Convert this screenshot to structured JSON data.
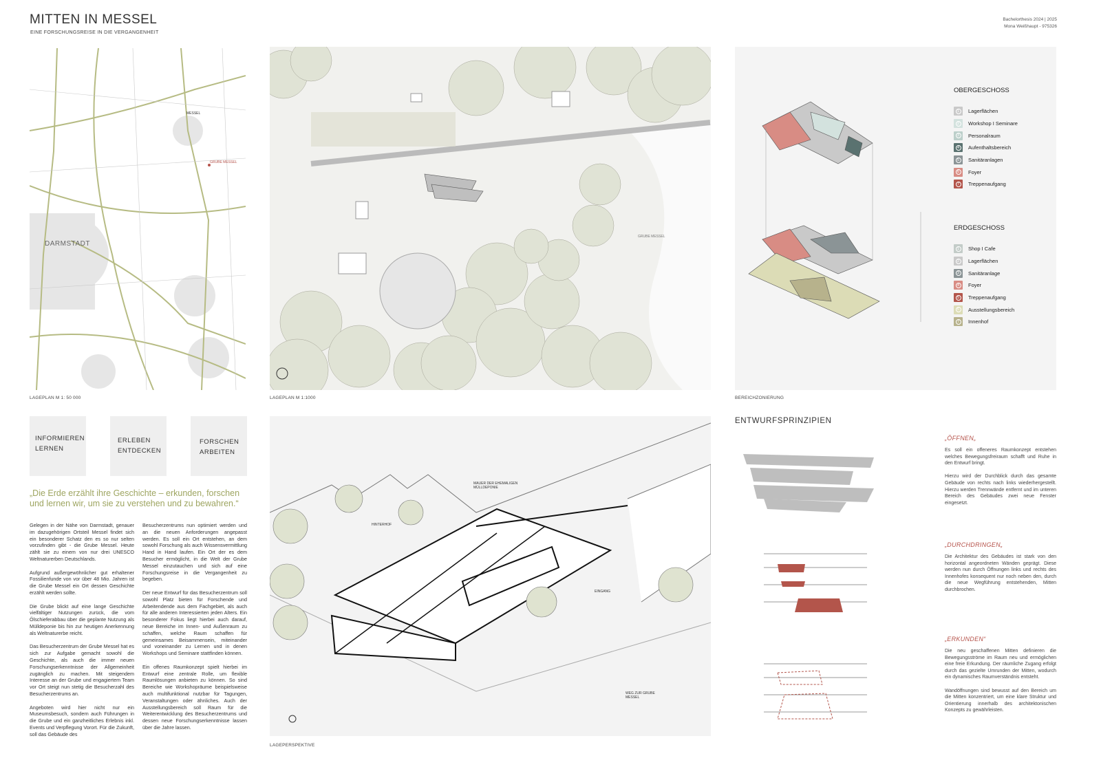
{
  "header": {
    "title": "MITTEN IN MESSEL",
    "subtitle": "EINE FORSCHUNGSREISE IN DIE VERGANGENHEIT",
    "meta_line1": "Bachelorthesis 2024 | 2025",
    "meta_line2": "Mona Weißhaupt - 975326"
  },
  "map": {
    "caption": "LAGEPLAN M 1: 50 000",
    "labels": {
      "messel": "MESSEL",
      "grube": "GRUBE MESSEL",
      "darmstadt": "DARMSTADT"
    }
  },
  "siteplan": {
    "caption": "LAGEPLAN M 1:1000",
    "label_grube": "GRUBE MESSEL"
  },
  "zoning": {
    "caption": "BEREICHZONIERUNG",
    "og": {
      "title": "OBERGESCHOSS",
      "items": [
        {
          "n": "1",
          "label": "Lagerflächen",
          "color": "#c9c9c9"
        },
        {
          "n": "2",
          "label": "Workshop I Seminare",
          "color": "#d3e2de"
        },
        {
          "n": "3",
          "label": "Personalraum",
          "color": "#bccfca"
        },
        {
          "n": "4",
          "label": "Aufenthaltsbereich",
          "color": "#5a7270"
        },
        {
          "n": "5",
          "label": "Sanitäranlagen",
          "color": "#8b9496"
        },
        {
          "n": "6",
          "label": "Foyer",
          "color": "#d88c84"
        },
        {
          "n": "7",
          "label": "Treppenaufgang",
          "color": "#b3554b"
        }
      ]
    },
    "eg": {
      "title": "ERDGESCHOSS",
      "items": [
        {
          "n": "1",
          "label": "Shop I Cafe",
          "color": "#c3ccc8"
        },
        {
          "n": "2",
          "label": "Lagerflächen",
          "color": "#c9c9c9"
        },
        {
          "n": "3",
          "label": "Sanitäranlage",
          "color": "#8b9496"
        },
        {
          "n": "4",
          "label": "Foyer",
          "color": "#d88c84"
        },
        {
          "n": "5",
          "label": "Treppenaufgang",
          "color": "#b3554b"
        },
        {
          "n": "6",
          "label": "Ausstellungsbereich",
          "color": "#dcdcb6"
        },
        {
          "n": "7",
          "label": "Innenhof",
          "color": "#b7b28c"
        }
      ]
    }
  },
  "pillars": [
    {
      "l1": "INFORMIEREN",
      "l2": "LERNEN"
    },
    {
      "l1": "ERLEBEN",
      "l2": "ENTDECKEN"
    },
    {
      "l1": "FORSCHEN",
      "l2": "ARBEITEN"
    }
  ],
  "quote": "„Die Erde erzählt ihre Geschichte – erkunden, forschen und lernen wir, um sie zu verstehen und zu bewahren.“",
  "text_col1": [
    "Gelegen in der Nähe von Darmstadt, genauer im dazugehörigen Ortsteil Messel findet sich ein besonderer Schatz den es so nur selten vorzufinden gibt - die Grube Messel. Heute zählt sie zu einem von nur drei UNESCO Weltnaturerben Deutschlands.",
    "Aufgrund außergewöhnlicher gut erhaltener Fossilienfunde von vor über 48 Mio. Jahren ist die Grube Messel ein Ort dessen Geschichte erzählt werden sollte.",
    "Die Grube blickt auf eine lange Geschichte vielfältiger Nutzungen zurück, die vom Ölschieferabbau über die geplante Nutzung als Mülldeponie bis hin zur heutigen Anerkennung als Weltnaturerbe reicht.",
    "Das Besucherzentrum der Grube Messel hat es sich zur Aufgabe gemacht sowohl die Geschichte, als auch die immer neuen Forschungserkenntnisse der Allgemeinheit zugänglich zu machen. Mit steigendem Interesse an der Grube und engagiertem Team vor Ort steigt nun stetig die Besucherzahl des Besucherzentrums an.",
    "Angeboten wird hier nicht nur ein Museumsbesuch, sondern auch Führungen in die Grube und ein ganzheitliches Erlebnis inkl. Events und Verpflegung Vorort. Für die Zukunft, soll das Gebäude des"
  ],
  "text_col2": [
    "Besucherzentrums nun optimiert werden und an die neuen Anforderungen angepasst werden. Es soll ein Ort entstehen, an dem sowohl Forschung als auch Wissensvermittlung Hand in Hand laufen. Ein Ort der es dem Besucher ermöglicht, in die Welt der Grube Messel einzutauchen und sich auf eine Forschungsreise in die Vergangenheit zu begeben.",
    "Der neue Entwurf für das Besucherzentrum soll sowohl Platz bieten für Forschende und Arbeitendende aus dem Fachgebiet, als auch für alle anderen Interessierten jeden Alters. Ein besonderer Fokus liegt hierbei auch darauf, neue Bereiche im Innen- und Außenraum zu schaffen, welche Raum schaffen für gemeinsames Beisammensein, miteinander und voneinander zu Lernen und in denen Workshops und Seminare stattfinden können.",
    "Ein offenes Raumkonzept spielt hierbei im Entwurf eine zentrale Rolle, um flexible Raumlösungen anbieten zu können. So sind Bereiche wie Workshopräume beispielsweise auch multifunktional nutzbar für Tagungen, Veranstaltungen oder ähnliches. Auch der Ausstellungsbereich soll Raum für die Weiterentwicklung des Besucherzentrums und dessen neue Forschungserkenntnisse lassen über die Jahre lassen."
  ],
  "perspective": {
    "caption": "LAGEPERSPEKTIVE",
    "labels": {
      "mauer": "MAUER DER EHEMALIGEN MÜLLDEPONIE",
      "hinterhof": "HINTERHOF",
      "eingang": "EINGANG",
      "weg": "WEG ZUR GRUBE MESSEL"
    }
  },
  "principles": {
    "title": "ENTWURFSPRINZIPIEN",
    "items": [
      {
        "heading": "„ÖFFNEN„",
        "paras": [
          "Es soll ein offeneres Raumkonzept entstehen welches Bewegungsfreiraum schafft und Ruhe in den Entwurf bringt.",
          "Hierzu wird der Durchblick durch das gesamte Gebäude von rechts nach links wiederhergestellt. Hierzu werden Trennwände entfernt und im unteren Bereich des Gebäudes zwei neue Fenster eingesetzt."
        ]
      },
      {
        "heading": "„DURCHDRINGEN„",
        "paras": [
          "Die Architektur des Gebäudes ist stark von den horizontal angeordneten Wänden geprägt. Diese werden nun durch Öffnungen links und rechts des Innenhofes konsequent nur noch neben den, durch die neue Wegführung entstehenden, Mitten durchbrochen."
        ]
      },
      {
        "heading": "„ERKUNDEN“",
        "paras": [
          "Die neu geschaffenen Mitten definieren die Bewegungsströme im Raum neu und ermöglichen eine freie Erkundung. Der räumliche Zugang erfolgt durch das gezielte Umrunden der Mitten, wodurch ein dynamisches Raumverständnis entsteht.",
          "Wandöffnungen sind bewusst auf den Bereich um die Mitten konzentriert, um eine klare Struktur und Orientierung innerhalb des architektonischen Konzepts zu gewährleisten."
        ]
      }
    ]
  }
}
